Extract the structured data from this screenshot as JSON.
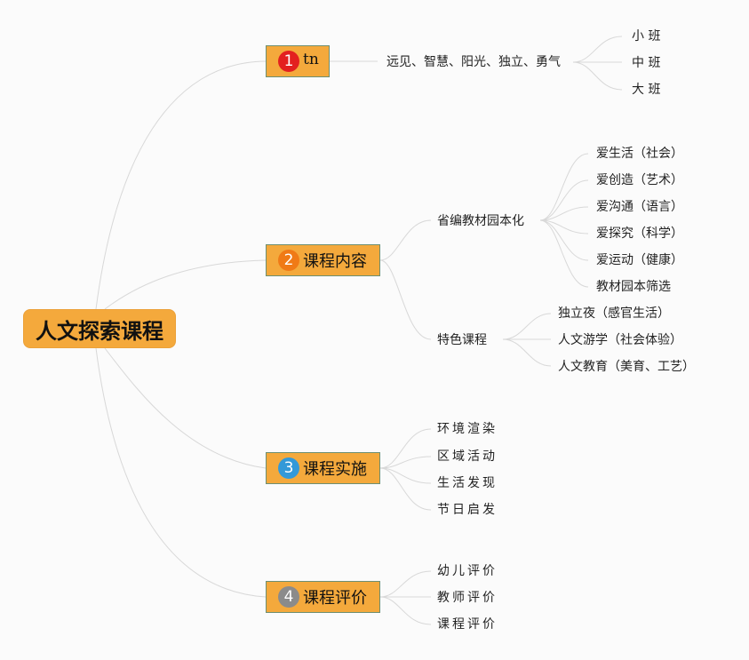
{
  "root": {
    "label": "人文探索课程"
  },
  "branches": [
    {
      "number": "1",
      "label": "tn",
      "children": [
        {
          "label": "远见、智慧、阳光、独立、勇气",
          "children": [
            "小 班",
            "中 班",
            "大 班"
          ]
        }
      ]
    },
    {
      "number": "2",
      "label": "课程内容",
      "children": [
        {
          "label": "省编教材园本化",
          "children": [
            "爱生活（社会）",
            "爱创造（艺术）",
            "爱沟通（语言）",
            "爱探究（科学）",
            "爱运动（健康）",
            "教材园本筛选"
          ]
        },
        {
          "label": "特色课程",
          "children": [
            "独立夜（感官生活）",
            "人文游学（社会体验）",
            "人文教育（美育、工艺）"
          ]
        }
      ]
    },
    {
      "number": "3",
      "label": "课程实施",
      "children": [
        "环境渲染",
        "区域活动",
        "生活发现",
        "节日启发"
      ]
    },
    {
      "number": "4",
      "label": "课程评价",
      "children": [
        "幼儿评价",
        "教师评价",
        "课程评价"
      ]
    }
  ],
  "colors": {
    "node_fill": "#f4a93c",
    "branch_border": "#6d8f72",
    "badge_1": "#e3201f",
    "badge_2": "#f07a16",
    "badge_3": "#3399d8",
    "badge_4": "#8b8b8b",
    "connector": "#d8d8d8"
  }
}
